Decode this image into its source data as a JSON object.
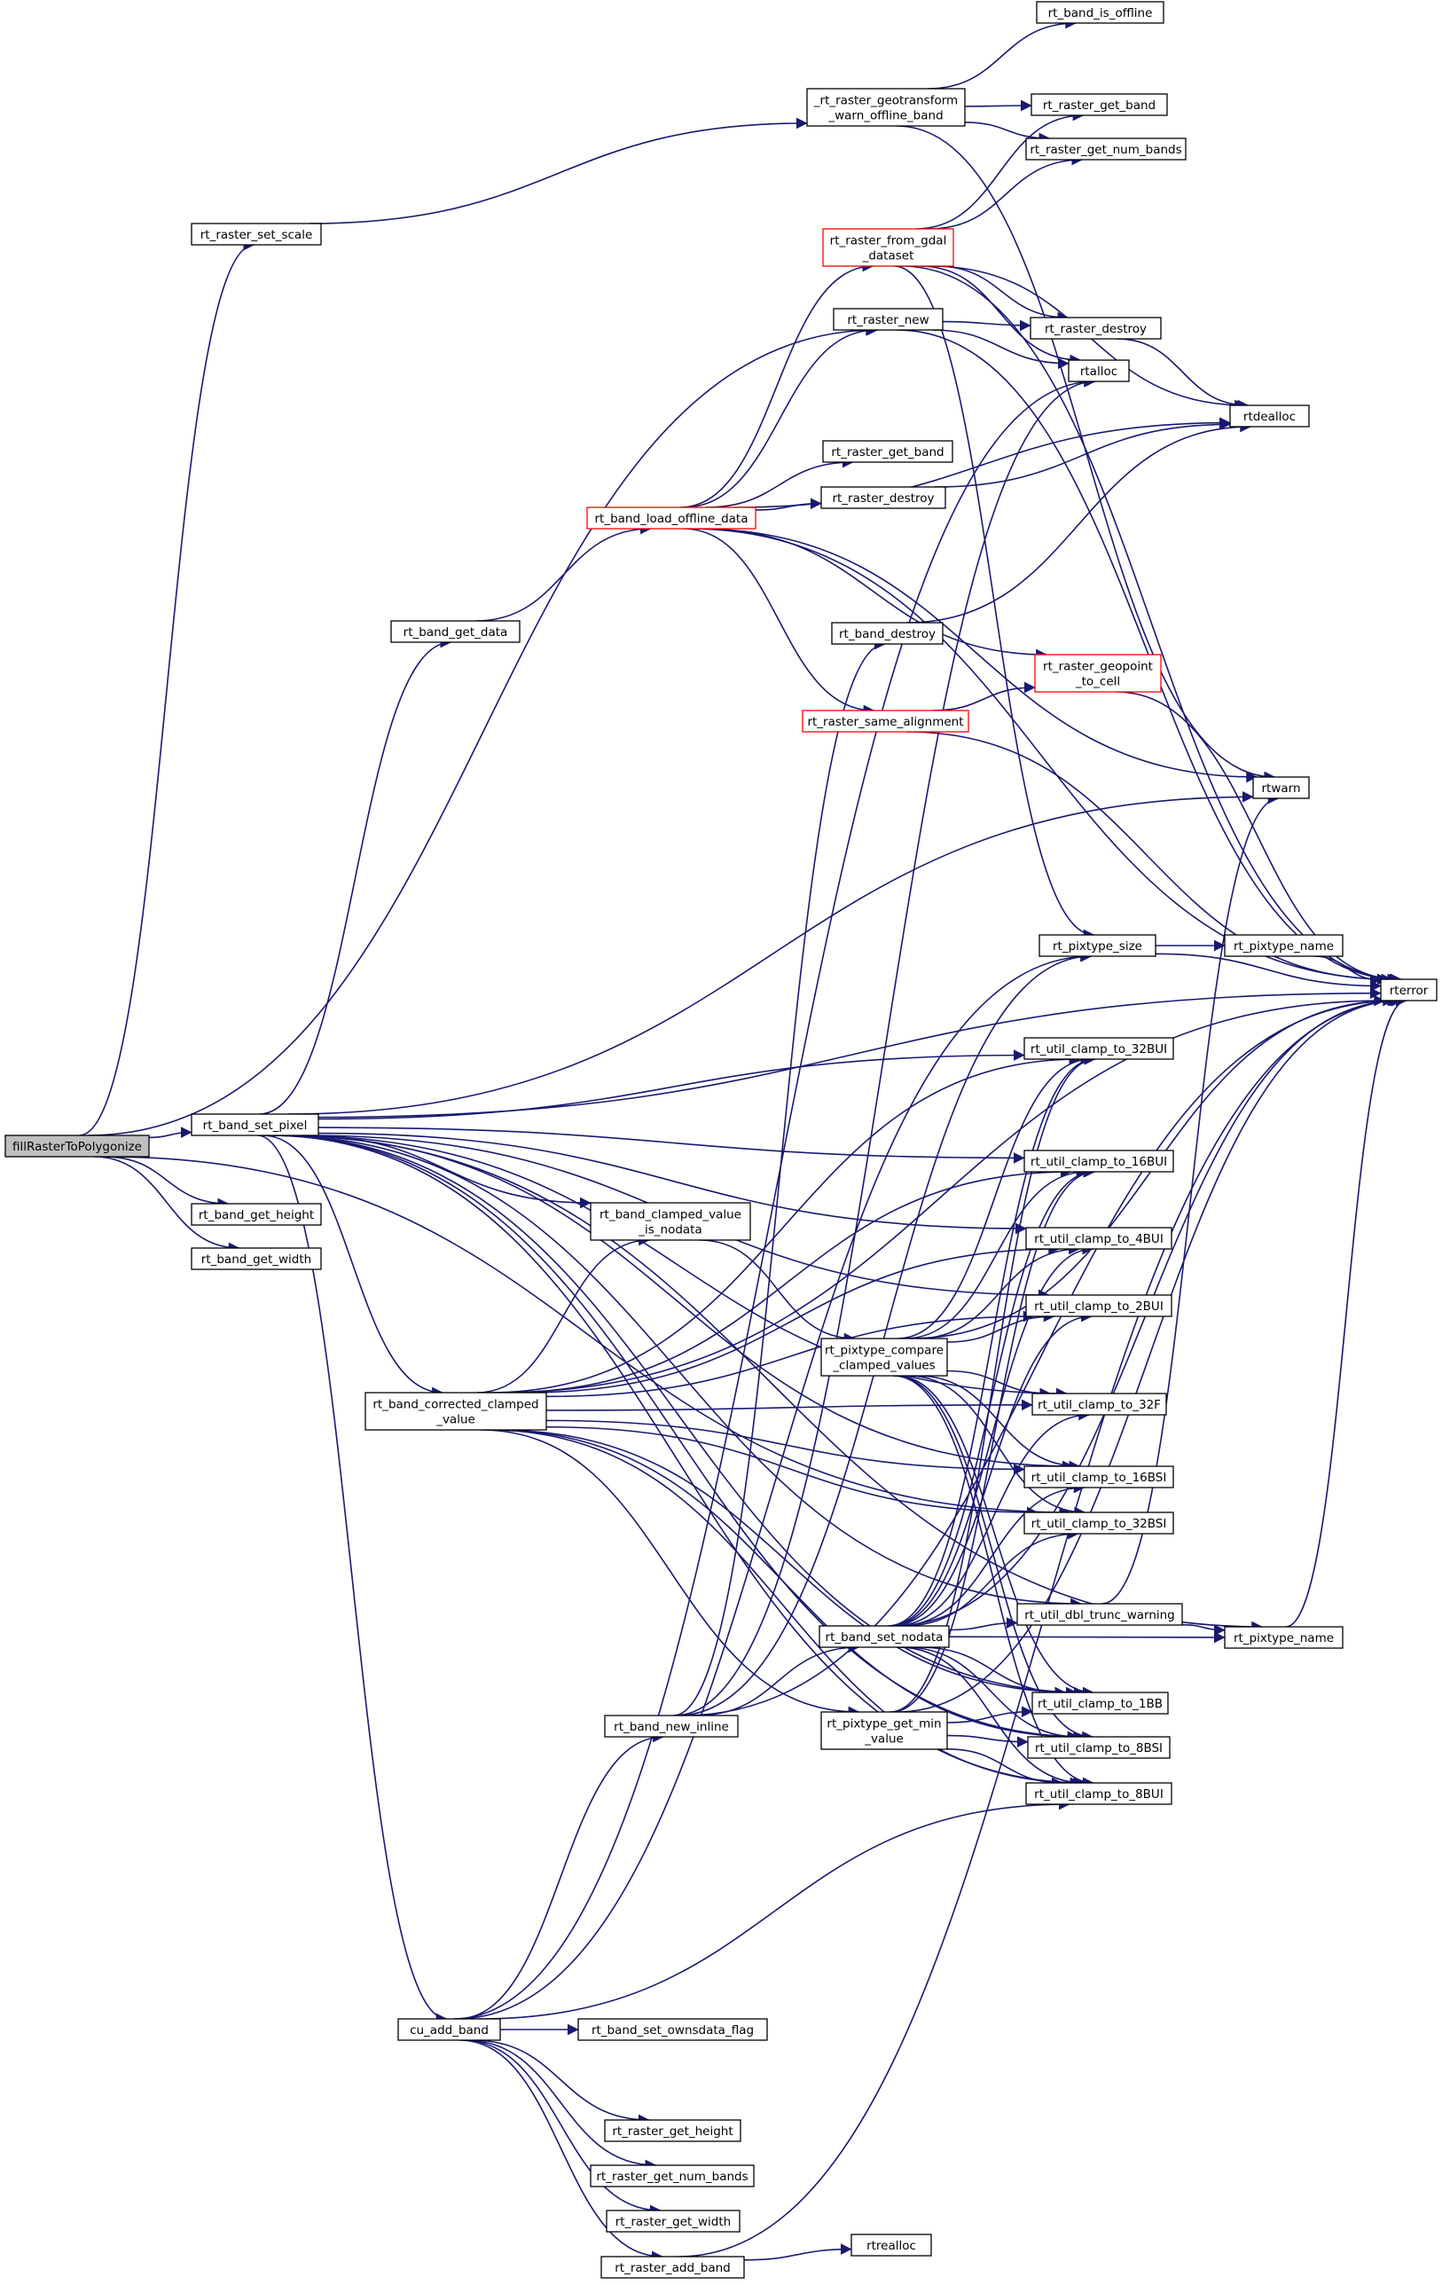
{
  "diagram": {
    "edge_color": "#191970",
    "root_fill": "#bfbfbf",
    "truncated_border": "#ff0000",
    "nodes": [
      {
        "id": "fillRasterToPolygonize",
        "lines": [
          "fillRasterToPolygonize"
        ],
        "root": true
      },
      {
        "id": "rt_raster_set_scale",
        "lines": [
          "rt_raster_set_scale"
        ]
      },
      {
        "id": "_rt_raster_geotransform_warn_offline_band",
        "lines": [
          "_rt_raster_geotransform",
          "_warn_offline_band"
        ]
      },
      {
        "id": "rt_band_is_offline",
        "lines": [
          "rt_band_is_offline"
        ]
      },
      {
        "id": "rt_raster_get_band",
        "lines": [
          "rt_raster_get_band"
        ]
      },
      {
        "id": "rt_raster_get_num_bands",
        "lines": [
          "rt_raster_get_num_bands"
        ]
      },
      {
        "id": "rt_raster_from_gdal_dataset",
        "lines": [
          "rt_raster_from_gdal",
          "_dataset"
        ],
        "truncated": true
      },
      {
        "id": "rt_raster_new",
        "lines": [
          "rt_raster_new"
        ]
      },
      {
        "id": "rt_raster_destroy",
        "lines": [
          "rt_raster_destroy"
        ]
      },
      {
        "id": "rtalloc",
        "lines": [
          "rtalloc"
        ]
      },
      {
        "id": "rtdealloc",
        "lines": [
          "rtdealloc"
        ]
      },
      {
        "id": "rt_raster_get_band_2",
        "lines": [
          "rt_raster_get_band"
        ]
      },
      {
        "id": "rt_raster_destroy_2",
        "lines": [
          "rt_raster_destroy"
        ]
      },
      {
        "id": "rt_band_load_offline_data",
        "lines": [
          "rt_band_load_offline_data"
        ],
        "truncated": true
      },
      {
        "id": "rt_band_get_data",
        "lines": [
          "rt_band_get_data"
        ]
      },
      {
        "id": "rt_band_destroy",
        "lines": [
          "rt_band_destroy"
        ]
      },
      {
        "id": "rt_raster_geopoint_to_cell",
        "lines": [
          "rt_raster_geopoint",
          "_to_cell"
        ],
        "truncated": true
      },
      {
        "id": "rt_raster_same_alignment",
        "lines": [
          "rt_raster_same_alignment"
        ],
        "truncated": true
      },
      {
        "id": "rtwarn",
        "lines": [
          "rtwarn"
        ]
      },
      {
        "id": "rt_pixtype_size",
        "lines": [
          "rt_pixtype_size"
        ]
      },
      {
        "id": "rt_pixtype_name",
        "lines": [
          "rt_pixtype_name"
        ]
      },
      {
        "id": "rterror",
        "lines": [
          "rterror"
        ]
      },
      {
        "id": "rt_util_clamp_to_32BUI",
        "lines": [
          "rt_util_clamp_to_32BUI"
        ]
      },
      {
        "id": "rt_band_set_pixel",
        "lines": [
          "rt_band_set_pixel"
        ]
      },
      {
        "id": "rt_util_clamp_to_16BUI",
        "lines": [
          "rt_util_clamp_to_16BUI"
        ]
      },
      {
        "id": "rt_band_get_height",
        "lines": [
          "rt_band_get_height"
        ]
      },
      {
        "id": "rt_band_clamped_value_is_nodata",
        "lines": [
          "rt_band_clamped_value",
          "_is_nodata"
        ]
      },
      {
        "id": "rt_util_clamp_to_4BUI",
        "lines": [
          "rt_util_clamp_to_4BUI"
        ]
      },
      {
        "id": "rt_band_get_width",
        "lines": [
          "rt_band_get_width"
        ]
      },
      {
        "id": "rt_util_clamp_to_2BUI",
        "lines": [
          "rt_util_clamp_to_2BUI"
        ]
      },
      {
        "id": "rt_pixtype_compare_clamped_values",
        "lines": [
          "rt_pixtype_compare",
          "_clamped_values"
        ]
      },
      {
        "id": "rt_band_corrected_clamped_value",
        "lines": [
          "rt_band_corrected_clamped",
          "_value"
        ]
      },
      {
        "id": "rt_util_clamp_to_32F",
        "lines": [
          "rt_util_clamp_to_32F"
        ]
      },
      {
        "id": "rt_util_clamp_to_16BSI",
        "lines": [
          "rt_util_clamp_to_16BSI"
        ]
      },
      {
        "id": "rt_util_clamp_to_32BSI",
        "lines": [
          "rt_util_clamp_to_32BSI"
        ]
      },
      {
        "id": "rt_util_dbl_trunc_warning",
        "lines": [
          "rt_util_dbl_trunc_warning"
        ]
      },
      {
        "id": "rt_band_set_nodata",
        "lines": [
          "rt_band_set_nodata"
        ]
      },
      {
        "id": "rt_pixtype_name_2",
        "lines": [
          "rt_pixtype_name"
        ]
      },
      {
        "id": "rt_util_clamp_to_1BB",
        "lines": [
          "rt_util_clamp_to_1BB"
        ]
      },
      {
        "id": "rt_band_new_inline",
        "lines": [
          "rt_band_new_inline"
        ]
      },
      {
        "id": "rt_pixtype_get_min_value",
        "lines": [
          "rt_pixtype_get_min",
          "_value"
        ]
      },
      {
        "id": "rt_util_clamp_to_8BSI",
        "lines": [
          "rt_util_clamp_to_8BSI"
        ]
      },
      {
        "id": "rt_util_clamp_to_8BUI",
        "lines": [
          "rt_util_clamp_to_8BUI"
        ]
      },
      {
        "id": "cu_add_band",
        "lines": [
          "cu_add_band"
        ]
      },
      {
        "id": "rt_band_set_ownsdata_flag",
        "lines": [
          "rt_band_set_ownsdata_flag"
        ]
      },
      {
        "id": "rt_raster_get_height",
        "lines": [
          "rt_raster_get_height"
        ]
      },
      {
        "id": "rt_raster_get_num_bands_2",
        "lines": [
          "rt_raster_get_num_bands"
        ]
      },
      {
        "id": "rt_raster_get_width",
        "lines": [
          "rt_raster_get_width"
        ]
      },
      {
        "id": "rtrealloc",
        "lines": [
          "rtrealloc"
        ]
      },
      {
        "id": "rt_raster_add_band",
        "lines": [
          "rt_raster_add_band"
        ]
      }
    ],
    "edges": [
      [
        "fillRasterToPolygonize",
        "rt_raster_set_scale"
      ],
      [
        "fillRasterToPolygonize",
        "rt_raster_new"
      ],
      [
        "fillRasterToPolygonize",
        "rt_band_set_pixel"
      ],
      [
        "fillRasterToPolygonize",
        "rt_band_get_height"
      ],
      [
        "fillRasterToPolygonize",
        "rt_band_get_width"
      ],
      [
        "fillRasterToPolygonize",
        "rt_util_clamp_to_32BSI"
      ],
      [
        "rt_raster_set_scale",
        "_rt_raster_geotransform_warn_offline_band"
      ],
      [
        "_rt_raster_geotransform_warn_offline_band",
        "rt_band_is_offline"
      ],
      [
        "_rt_raster_geotransform_warn_offline_band",
        "rt_raster_get_band"
      ],
      [
        "_rt_raster_geotransform_warn_offline_band",
        "rt_raster_get_num_bands"
      ],
      [
        "_rt_raster_geotransform_warn_offline_band",
        "rtwarn"
      ],
      [
        "rt_raster_from_gdal_dataset",
        "rt_raster_get_band"
      ],
      [
        "rt_raster_from_gdal_dataset",
        "rt_raster_get_num_bands"
      ],
      [
        "rt_raster_from_gdal_dataset",
        "rt_raster_destroy"
      ],
      [
        "rt_raster_from_gdal_dataset",
        "rtalloc"
      ],
      [
        "rt_raster_from_gdal_dataset",
        "rtdealloc"
      ],
      [
        "rt_raster_from_gdal_dataset",
        "rterror"
      ],
      [
        "rt_raster_from_gdal_dataset",
        "rt_pixtype_size"
      ],
      [
        "rt_raster_new",
        "rt_raster_destroy"
      ],
      [
        "rt_raster_new",
        "rtalloc"
      ],
      [
        "rt_raster_new",
        "rterror"
      ],
      [
        "rt_raster_destroy",
        "rtdealloc"
      ],
      [
        "rt_raster_destroy_2",
        "rtdealloc"
      ],
      [
        "rt_band_load_offline_data",
        "rt_raster_from_gdal_dataset"
      ],
      [
        "rt_band_load_offline_data",
        "rt_raster_new"
      ],
      [
        "rt_band_load_offline_data",
        "rtdealloc"
      ],
      [
        "rt_band_load_offline_data",
        "rt_raster_get_band_2"
      ],
      [
        "rt_band_load_offline_data",
        "rt_raster_destroy_2"
      ],
      [
        "rt_band_load_offline_data",
        "rterror"
      ],
      [
        "rt_band_load_offline_data",
        "rt_raster_geopoint_to_cell"
      ],
      [
        "rt_band_load_offline_data",
        "rt_raster_same_alignment"
      ],
      [
        "rt_band_load_offline_data",
        "rtwarn"
      ],
      [
        "rt_band_get_data",
        "rt_band_load_offline_data"
      ],
      [
        "rt_band_destroy",
        "rtdealloc"
      ],
      [
        "rt_raster_geopoint_to_cell",
        "rterror"
      ],
      [
        "rt_raster_same_alignment",
        "rt_raster_geopoint_to_cell"
      ],
      [
        "rt_raster_same_alignment",
        "rterror"
      ],
      [
        "rt_pixtype_size",
        "rt_pixtype_name"
      ],
      [
        "rt_pixtype_size",
        "rterror"
      ],
      [
        "rt_pixtype_name",
        "rterror"
      ],
      [
        "rt_pixtype_name_2",
        "rterror"
      ],
      [
        "rt_band_set_pixel",
        "rt_band_get_data"
      ],
      [
        "rt_band_set_pixel",
        "rtwarn"
      ],
      [
        "rt_band_set_pixel",
        "rterror"
      ],
      [
        "rt_band_set_pixel",
        "rt_util_clamp_to_32BUI"
      ],
      [
        "rt_band_set_pixel",
        "rt_util_clamp_to_16BUI"
      ],
      [
        "rt_band_set_pixel",
        "rt_util_clamp_to_4BUI"
      ],
      [
        "rt_band_set_pixel",
        "rt_util_clamp_to_2BUI"
      ],
      [
        "rt_band_set_pixel",
        "rt_util_clamp_to_32F"
      ],
      [
        "rt_band_set_pixel",
        "rt_band_clamped_value_is_nodata"
      ],
      [
        "rt_band_set_pixel",
        "rt_band_corrected_clamped_value"
      ],
      [
        "rt_band_set_pixel",
        "rt_util_clamp_to_16BSI"
      ],
      [
        "rt_band_set_pixel",
        "rt_util_dbl_trunc_warning"
      ],
      [
        "rt_band_set_pixel",
        "rt_util_clamp_to_1BB"
      ],
      [
        "rt_band_set_pixel",
        "rt_util_clamp_to_8BSI"
      ],
      [
        "rt_band_set_pixel",
        "rt_util_clamp_to_8BUI"
      ],
      [
        "rt_band_set_pixel",
        "rt_pixtype_name_2"
      ],
      [
        "rt_band_set_pixel",
        "cu_add_band"
      ],
      [
        "rt_band_clamped_value_is_nodata",
        "rt_pixtype_compare_clamped_values"
      ],
      [
        "rt_pixtype_compare_clamped_values",
        "rt_util_clamp_to_32BUI"
      ],
      [
        "rt_pixtype_compare_clamped_values",
        "rt_util_clamp_to_16BUI"
      ],
      [
        "rt_pixtype_compare_clamped_values",
        "rt_util_clamp_to_4BUI"
      ],
      [
        "rt_pixtype_compare_clamped_values",
        "rt_util_clamp_to_2BUI"
      ],
      [
        "rt_pixtype_compare_clamped_values",
        "rt_util_clamp_to_32F"
      ],
      [
        "rt_pixtype_compare_clamped_values",
        "rt_util_clamp_to_16BSI"
      ],
      [
        "rt_pixtype_compare_clamped_values",
        "rt_util_clamp_to_32BSI"
      ],
      [
        "rt_pixtype_compare_clamped_values",
        "rt_util_clamp_to_1BB"
      ],
      [
        "rt_pixtype_compare_clamped_values",
        "rt_util_clamp_to_8BSI"
      ],
      [
        "rt_pixtype_compare_clamped_values",
        "rt_util_clamp_to_8BUI"
      ],
      [
        "rt_pixtype_compare_clamped_values",
        "rterror"
      ],
      [
        "rt_band_corrected_clamped_value",
        "rt_util_clamp_to_32BUI"
      ],
      [
        "rt_band_corrected_clamped_value",
        "rt_util_clamp_to_16BUI"
      ],
      [
        "rt_band_corrected_clamped_value",
        "rt_util_clamp_to_4BUI"
      ],
      [
        "rt_band_corrected_clamped_value",
        "rt_util_clamp_to_2BUI"
      ],
      [
        "rt_band_corrected_clamped_value",
        "rt_util_clamp_to_32F"
      ],
      [
        "rt_band_corrected_clamped_value",
        "rt_util_clamp_to_16BSI"
      ],
      [
        "rt_band_corrected_clamped_value",
        "rt_util_clamp_to_32BSI"
      ],
      [
        "rt_band_corrected_clamped_value",
        "rt_band_clamped_value_is_nodata"
      ],
      [
        "rt_band_corrected_clamped_value",
        "rt_pixtype_get_min_value"
      ],
      [
        "rt_band_corrected_clamped_value",
        "rt_util_clamp_to_1BB"
      ],
      [
        "rt_band_corrected_clamped_value",
        "rt_util_clamp_to_8BSI"
      ],
      [
        "rt_band_corrected_clamped_value",
        "rt_util_clamp_to_8BUI"
      ],
      [
        "rt_band_corrected_clamped_value",
        "rterror"
      ],
      [
        "rt_util_dbl_trunc_warning",
        "rtwarn"
      ],
      [
        "rt_util_dbl_trunc_warning",
        "rt_pixtype_name_2"
      ],
      [
        "rt_band_set_nodata",
        "rt_util_clamp_to_32BUI"
      ],
      [
        "rt_band_set_nodata",
        "rt_util_clamp_to_16BUI"
      ],
      [
        "rt_band_set_nodata",
        "rt_util_clamp_to_4BUI"
      ],
      [
        "rt_band_set_nodata",
        "rt_util_clamp_to_2BUI"
      ],
      [
        "rt_band_set_nodata",
        "rt_util_clamp_to_32F"
      ],
      [
        "rt_band_set_nodata",
        "rt_util_clamp_to_16BSI"
      ],
      [
        "rt_band_set_nodata",
        "rt_util_clamp_to_32BSI"
      ],
      [
        "rt_band_set_nodata",
        "rt_util_dbl_trunc_warning"
      ],
      [
        "rt_band_set_nodata",
        "rt_pixtype_name_2"
      ],
      [
        "rt_band_set_nodata",
        "rt_util_clamp_to_1BB"
      ],
      [
        "rt_band_set_nodata",
        "rt_util_clamp_to_8BSI"
      ],
      [
        "rt_band_set_nodata",
        "rt_util_clamp_to_8BUI"
      ],
      [
        "rt_band_set_nodata",
        "rterror"
      ],
      [
        "rt_pixtype_get_min_value",
        "rt_util_clamp_to_32BUI"
      ],
      [
        "rt_pixtype_get_min_value",
        "rt_util_clamp_to_16BUI"
      ],
      [
        "rt_pixtype_get_min_value",
        "rt_util_clamp_to_1BB"
      ],
      [
        "rt_pixtype_get_min_value",
        "rt_util_clamp_to_8BSI"
      ],
      [
        "rt_pixtype_get_min_value",
        "rt_util_clamp_to_8BUI"
      ],
      [
        "rt_pixtype_get_min_value",
        "rterror"
      ],
      [
        "rt_band_new_inline",
        "rt_band_set_nodata"
      ],
      [
        "rt_band_new_inline",
        "rtalloc"
      ],
      [
        "rt_band_new_inline",
        "rt_band_destroy"
      ],
      [
        "rt_band_new_inline",
        "rt_pixtype_size"
      ],
      [
        "rt_band_new_inline",
        "rterror"
      ],
      [
        "cu_add_band",
        "rt_band_new_inline"
      ],
      [
        "cu_add_band",
        "rt_band_set_ownsdata_flag"
      ],
      [
        "cu_add_band",
        "rt_raster_get_height"
      ],
      [
        "cu_add_band",
        "rt_raster_get_num_bands_2"
      ],
      [
        "cu_add_band",
        "rt_raster_get_width"
      ],
      [
        "cu_add_band",
        "rt_raster_add_band"
      ],
      [
        "cu_add_band",
        "rtalloc"
      ],
      [
        "cu_add_band",
        "rt_pixtype_size"
      ],
      [
        "cu_add_band",
        "rt_util_clamp_to_8BUI"
      ],
      [
        "rt_raster_add_band",
        "rtrealloc"
      ],
      [
        "rt_raster_add_band",
        "rterror"
      ]
    ]
  }
}
